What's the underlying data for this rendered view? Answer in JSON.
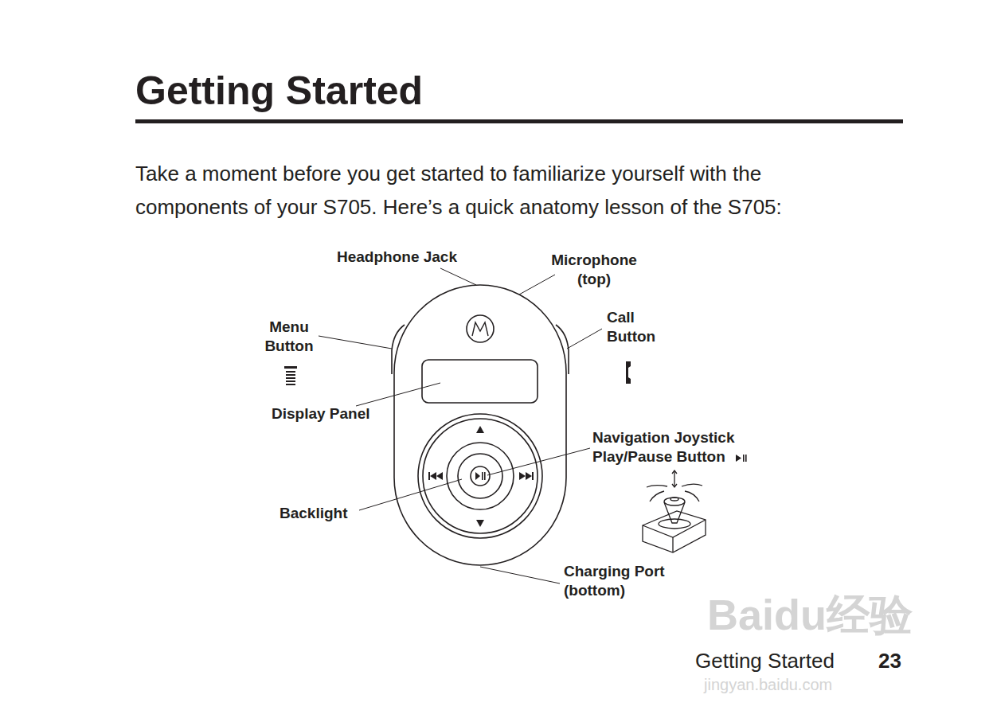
{
  "diagram": {
    "title": "Getting Started",
    "labels": [
      "Take a moment before you get started to familiarize yourself with the components of your S705. Here’s a quick anatomy lesson of the S705:",
      "Headphone Jack",
      "Microphone (top)",
      "Menu Button",
      "Call Button",
      "Display Panel",
      "Navigation Joystick Play/Pause Button",
      "Backlight",
      "Charging Port (bottom)",
      "Baidu经验",
      "jingyan.baidu.com",
      "Getting Started",
      "23"
    ]
  }
}
